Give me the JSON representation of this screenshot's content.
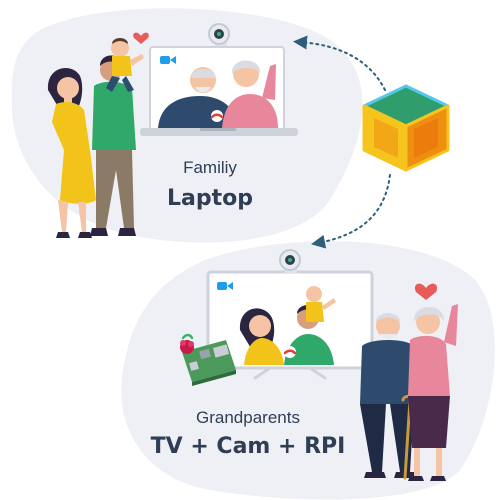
{
  "family": {
    "caption": "Familiy",
    "device": "Laptop"
  },
  "grandparents": {
    "caption": "Grandparents",
    "device": "TV + Cam + RPI"
  },
  "colors": {
    "blob": "#eef0f6",
    "text": "#2f3e55",
    "arrow": "#2d5f7a",
    "video_icon": "#1e9ee8",
    "hangup": "#e63c3c",
    "yellow_shirt": "#f2c318",
    "green_shirt": "#2fa86a",
    "navy_jacket": "#2e4a6d",
    "pink_jacket": "#e8879b",
    "raspberry": "#c51a4a",
    "cube_green": "#2f9e6c",
    "cube_yellow": "#f6c51d",
    "cube_orange": "#ef8f10"
  },
  "icons": [
    "webcam-icon",
    "video-camera-icon",
    "hang-up-icon",
    "heart-icon",
    "raspberry-pi-icon",
    "app-cube-logo"
  ]
}
